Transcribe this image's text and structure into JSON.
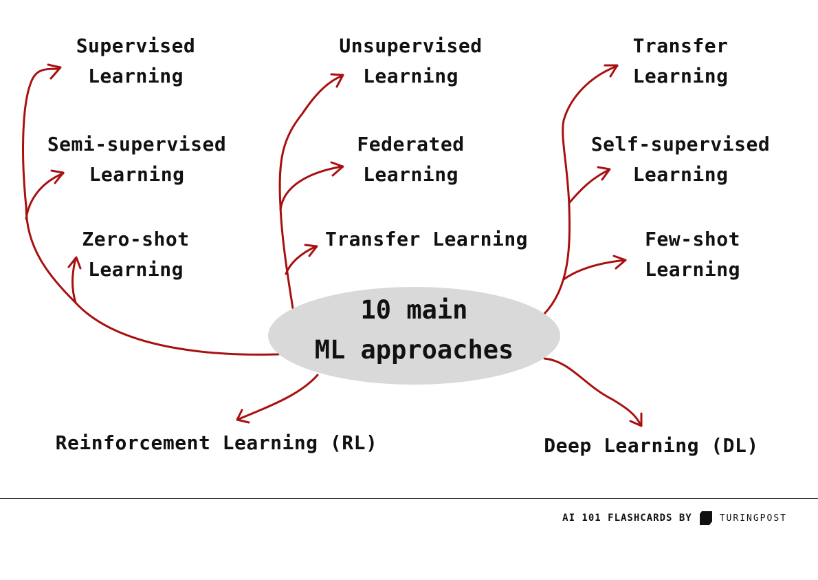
{
  "center": {
    "line1": "10 main",
    "line2": "ML approaches"
  },
  "approaches": {
    "supervised": {
      "line1": "Supervised",
      "line2": "Learning"
    },
    "semi_supervised": {
      "line1": "Semi-supervised",
      "line2": "Learning"
    },
    "zero_shot": {
      "line1": "Zero-shot",
      "line2": "Learning"
    },
    "unsupervised": {
      "line1": "Unsupervised",
      "line2": "Learning"
    },
    "federated": {
      "line1": "Federated",
      "line2": "Learning"
    },
    "transfer_middle": {
      "line1": "Transfer Learning"
    },
    "transfer_right": {
      "line1": "Transfer",
      "line2": "Learning"
    },
    "self_supervised": {
      "line1": "Self-supervised",
      "line2": "Learning"
    },
    "few_shot": {
      "line1": "Few-shot",
      "line2": "Learning"
    },
    "reinforcement": {
      "line1": "Reinforcement Learning (RL)"
    },
    "deep": {
      "line1": "Deep Learning (DL)"
    }
  },
  "footer": {
    "series": "AI 101 FLASHCARDS BY",
    "brand": "TURINGPOST"
  },
  "colors": {
    "arrow": "#a81010",
    "ellipse": "#d9d9d9",
    "text": "#111111"
  },
  "icons": {
    "brand_logo": "turingpost-logo-icon"
  }
}
